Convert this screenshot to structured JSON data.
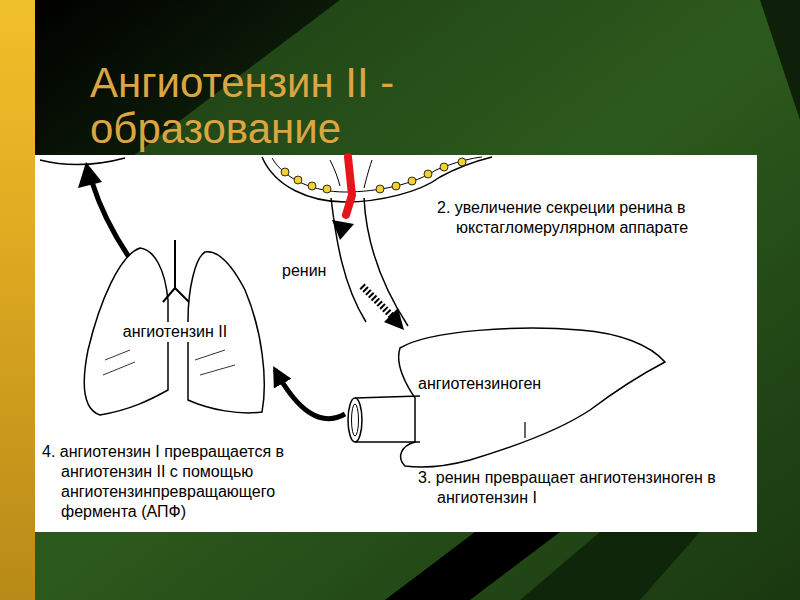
{
  "diagram": {
    "title": "Ангиотензин II - образование",
    "nodes": [
      {
        "text": [
          "ангиотензин II"
        ]
      },
      {
        "text": [
          "ангиотензиноген"
        ]
      }
    ],
    "edges": [
      {
        "from": 1,
        "to": 0,
        "arrow": "to"
      }
    ],
    "labels": [
      "2. увеличение секреции ренина в юкстагломерулярном аппарате",
      "ренин",
      "4. ангиотензин I превращается в ангиотензин II с помощью ангиотензинпревращающего фермента (АПФ)",
      "3. ренин превращает ангиотензиноген в ангиотензин I"
    ]
  }
}
